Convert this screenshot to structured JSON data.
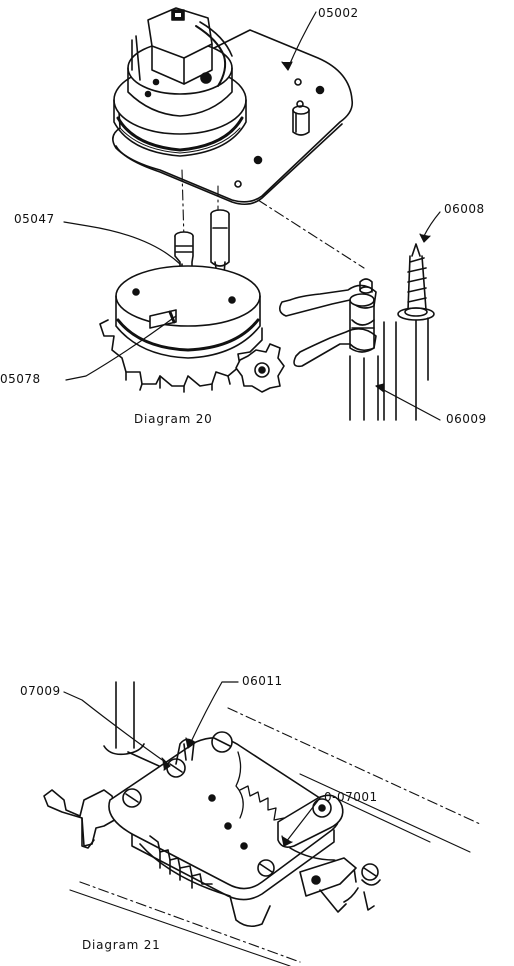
{
  "diagram20": {
    "caption": "Diagram 20",
    "labels": {
      "p05002": "05002",
      "p05047": "05047",
      "p06008": "06008",
      "p05078": "05078",
      "p06009": "06009"
    }
  },
  "diagram21": {
    "caption": "Diagram 21",
    "labels": {
      "p07009": "07009",
      "p06011": "06011",
      "p07001": "0-07001"
    }
  }
}
